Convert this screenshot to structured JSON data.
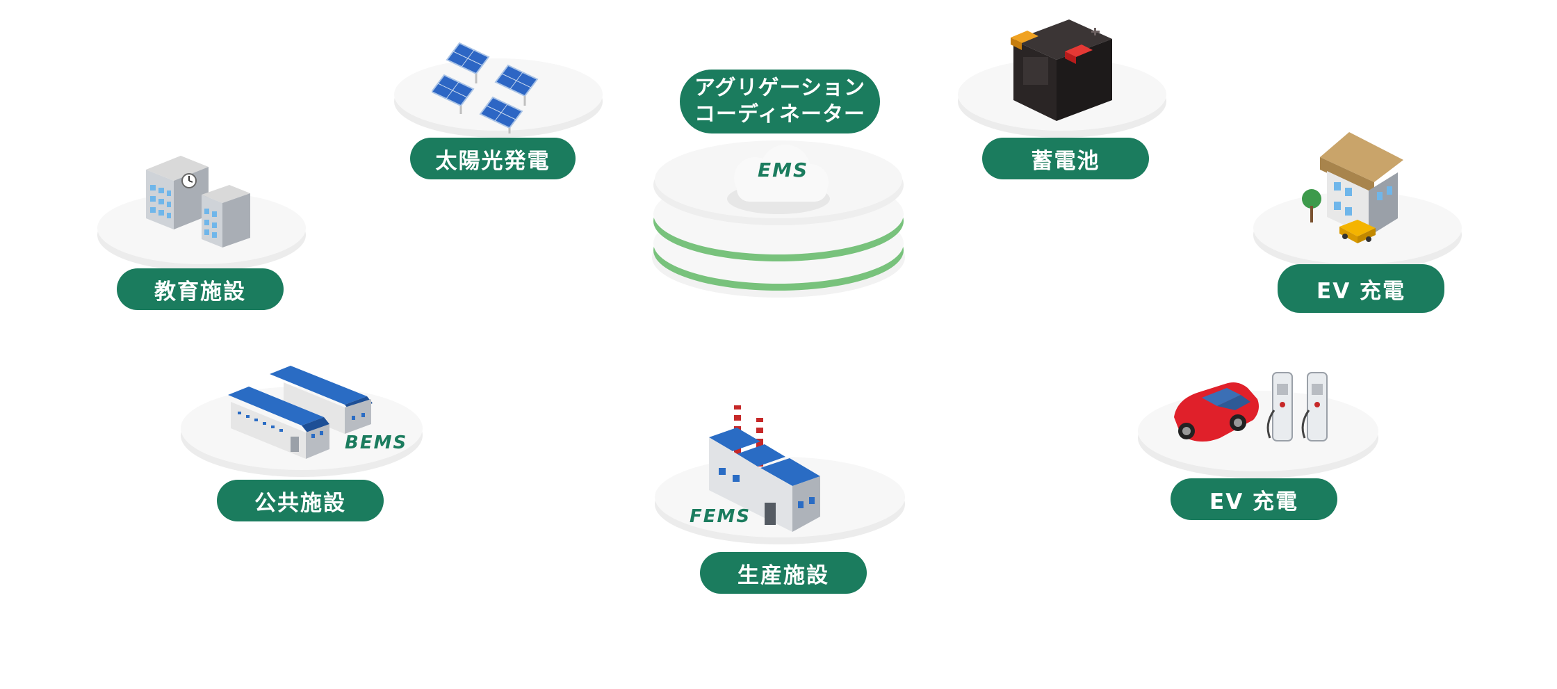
{
  "center": {
    "title_line1": "アグリゲーション",
    "title_line2": "コーディネーター",
    "cloud_label": "EMS"
  },
  "nodes": {
    "solar": {
      "label": "太陽光発電",
      "icon": "solar-panels-icon"
    },
    "battery": {
      "label": "蓄電池",
      "icon": "battery-icon"
    },
    "education": {
      "label": "教育施設",
      "icon": "school-building-icon"
    },
    "ev_home": {
      "label": "EV 充電",
      "icon": "house-with-car-icon"
    },
    "public": {
      "label": "公共施設",
      "icon": "warehouse-icon",
      "tag": "BEMS"
    },
    "production": {
      "label": "生産施設",
      "icon": "factory-icon",
      "tag": "FEMS"
    },
    "ev_station": {
      "label": "EV 充電",
      "icon": "ev-charger-car-icon"
    }
  },
  "colors": {
    "pill": "#1b7c5e",
    "stack_stripe": "#7bc47f",
    "disc": "#f4f4f4",
    "roof_blue": "#2a6cc4"
  }
}
